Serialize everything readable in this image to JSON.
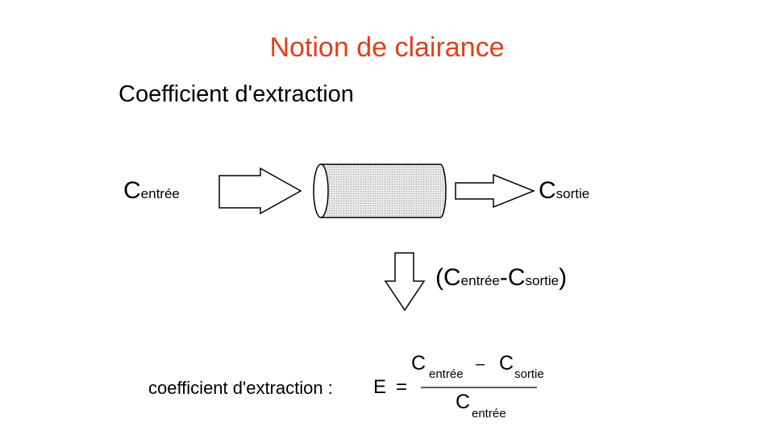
{
  "colors": {
    "title": "#e0401a",
    "text": "#000000",
    "tube_fill": "#dcdcdc",
    "stroke": "#000000"
  },
  "slide": {
    "title": "Notion de clairance",
    "subtitle": "Coefficient d'extraction"
  },
  "diagram": {
    "input_label": {
      "symbol": "C",
      "sub": "entrée"
    },
    "output_label": {
      "symbol": "C",
      "sub": "sortie"
    },
    "difference": {
      "open": "(",
      "a_symbol": "C",
      "a_sub": "entrée",
      "minus": "-",
      "b_symbol": "C",
      "b_sub": "sortie",
      "close": ")"
    }
  },
  "formula": {
    "label": "coefficient d'extraction :",
    "var": "E",
    "equals": "=",
    "num_a_symbol": "C",
    "num_a_sub": "entrée",
    "num_minus": "–",
    "num_b_symbol": "C",
    "num_b_sub": "sortie",
    "den_symbol": "C",
    "den_sub": "entrée"
  },
  "icons": [
    "arrow-right-large-icon",
    "arrow-right-small-icon",
    "arrow-down-icon",
    "cylinder-tube-icon"
  ]
}
